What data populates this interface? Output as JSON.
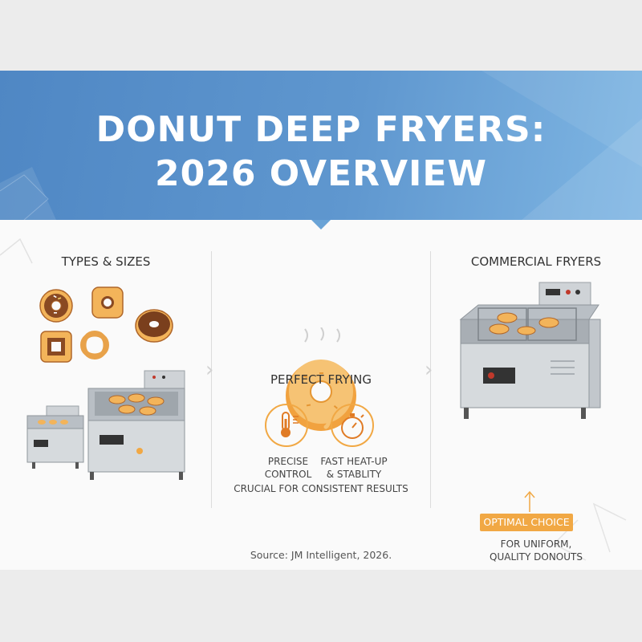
{
  "title": {
    "line1": "DONUT DEEP FRYERS:",
    "line2": "2026 OVERVIEW"
  },
  "columns": {
    "left": {
      "heading": "TYPES & SIZES"
    },
    "center": {
      "heading": "PERFECT FRYING",
      "features": [
        {
          "icon": "thermometer-icon",
          "line1": "PRECISE",
          "line2": "CONTROL"
        },
        {
          "icon": "stopwatch-icon",
          "line1": "FAST HEAT-UP",
          "line2": "& STABLITY"
        }
      ],
      "caption": "CRUCIAL FOR CONSISTENT RESULTS"
    },
    "right": {
      "heading": "COMMERCIAL FRYERS",
      "badge": "OPTIMAL CHOICE",
      "caption_line1": "FOR UNIFORM,",
      "caption_line2": "QUALITY DONOUTS"
    }
  },
  "source": "Source: JM Intelligent, 2026.",
  "colors": {
    "banner": "#5f97cf",
    "accent_orange": "#f1a844",
    "donut": "#f3b45a",
    "chocolate": "#8a4a22",
    "steel": "#c9ced3"
  }
}
